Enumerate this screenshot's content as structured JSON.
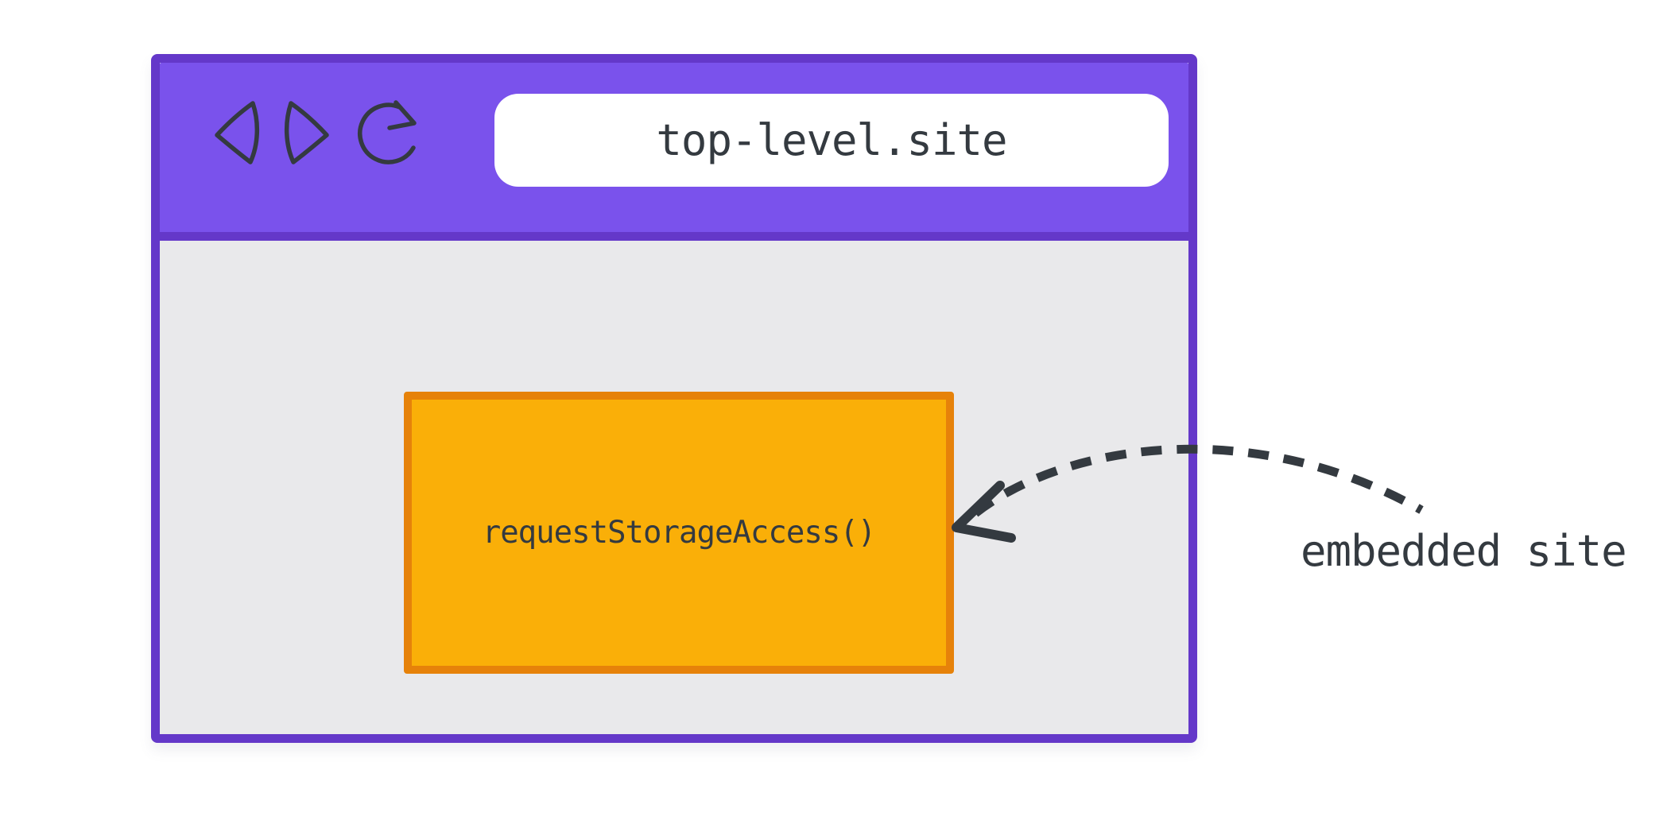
{
  "diagram": {
    "title": "Storage Access API embedded-site diagram",
    "browser_window": {
      "toolbar": {
        "icons": [
          {
            "name": "back-icon",
            "shape": "left-pointing triangle outline"
          },
          {
            "name": "forward-icon",
            "shape": "right-pointing triangle outline"
          },
          {
            "name": "reload-icon",
            "shape": "circular arrow"
          }
        ],
        "address_bar": {
          "value": "top-level.site"
        }
      },
      "content": {
        "embedded_frame": {
          "label": "requestStorageAccess()"
        }
      }
    },
    "annotation": {
      "label": "embedded site",
      "arrow": "dashed curved arrow pointing from label area to embedded frame"
    },
    "colors": {
      "toolbar_purple": "#7A52EC",
      "window_border_purple": "#6438C9",
      "content_gray": "#E9E9EB",
      "frame_orange": "#FAAF08",
      "frame_border_orange": "#E6820A",
      "address_bar_white": "#FFFFFF",
      "ink_dark": "#343A40"
    }
  }
}
